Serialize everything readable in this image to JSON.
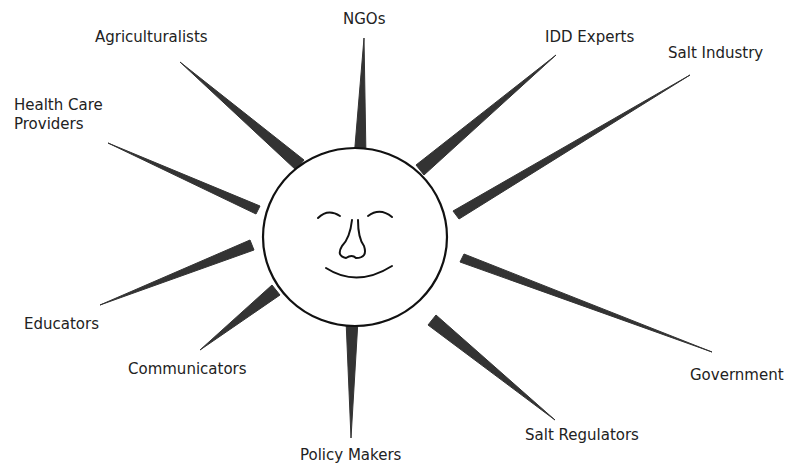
{
  "diagram": {
    "labels": [
      "Agriculturalists",
      "NGOs",
      "IDD Experts",
      "Salt Industry",
      "Health Care Providers",
      "Educators",
      "Communicators",
      "Policy Makers",
      "Salt Regulators",
      "Government"
    ]
  }
}
